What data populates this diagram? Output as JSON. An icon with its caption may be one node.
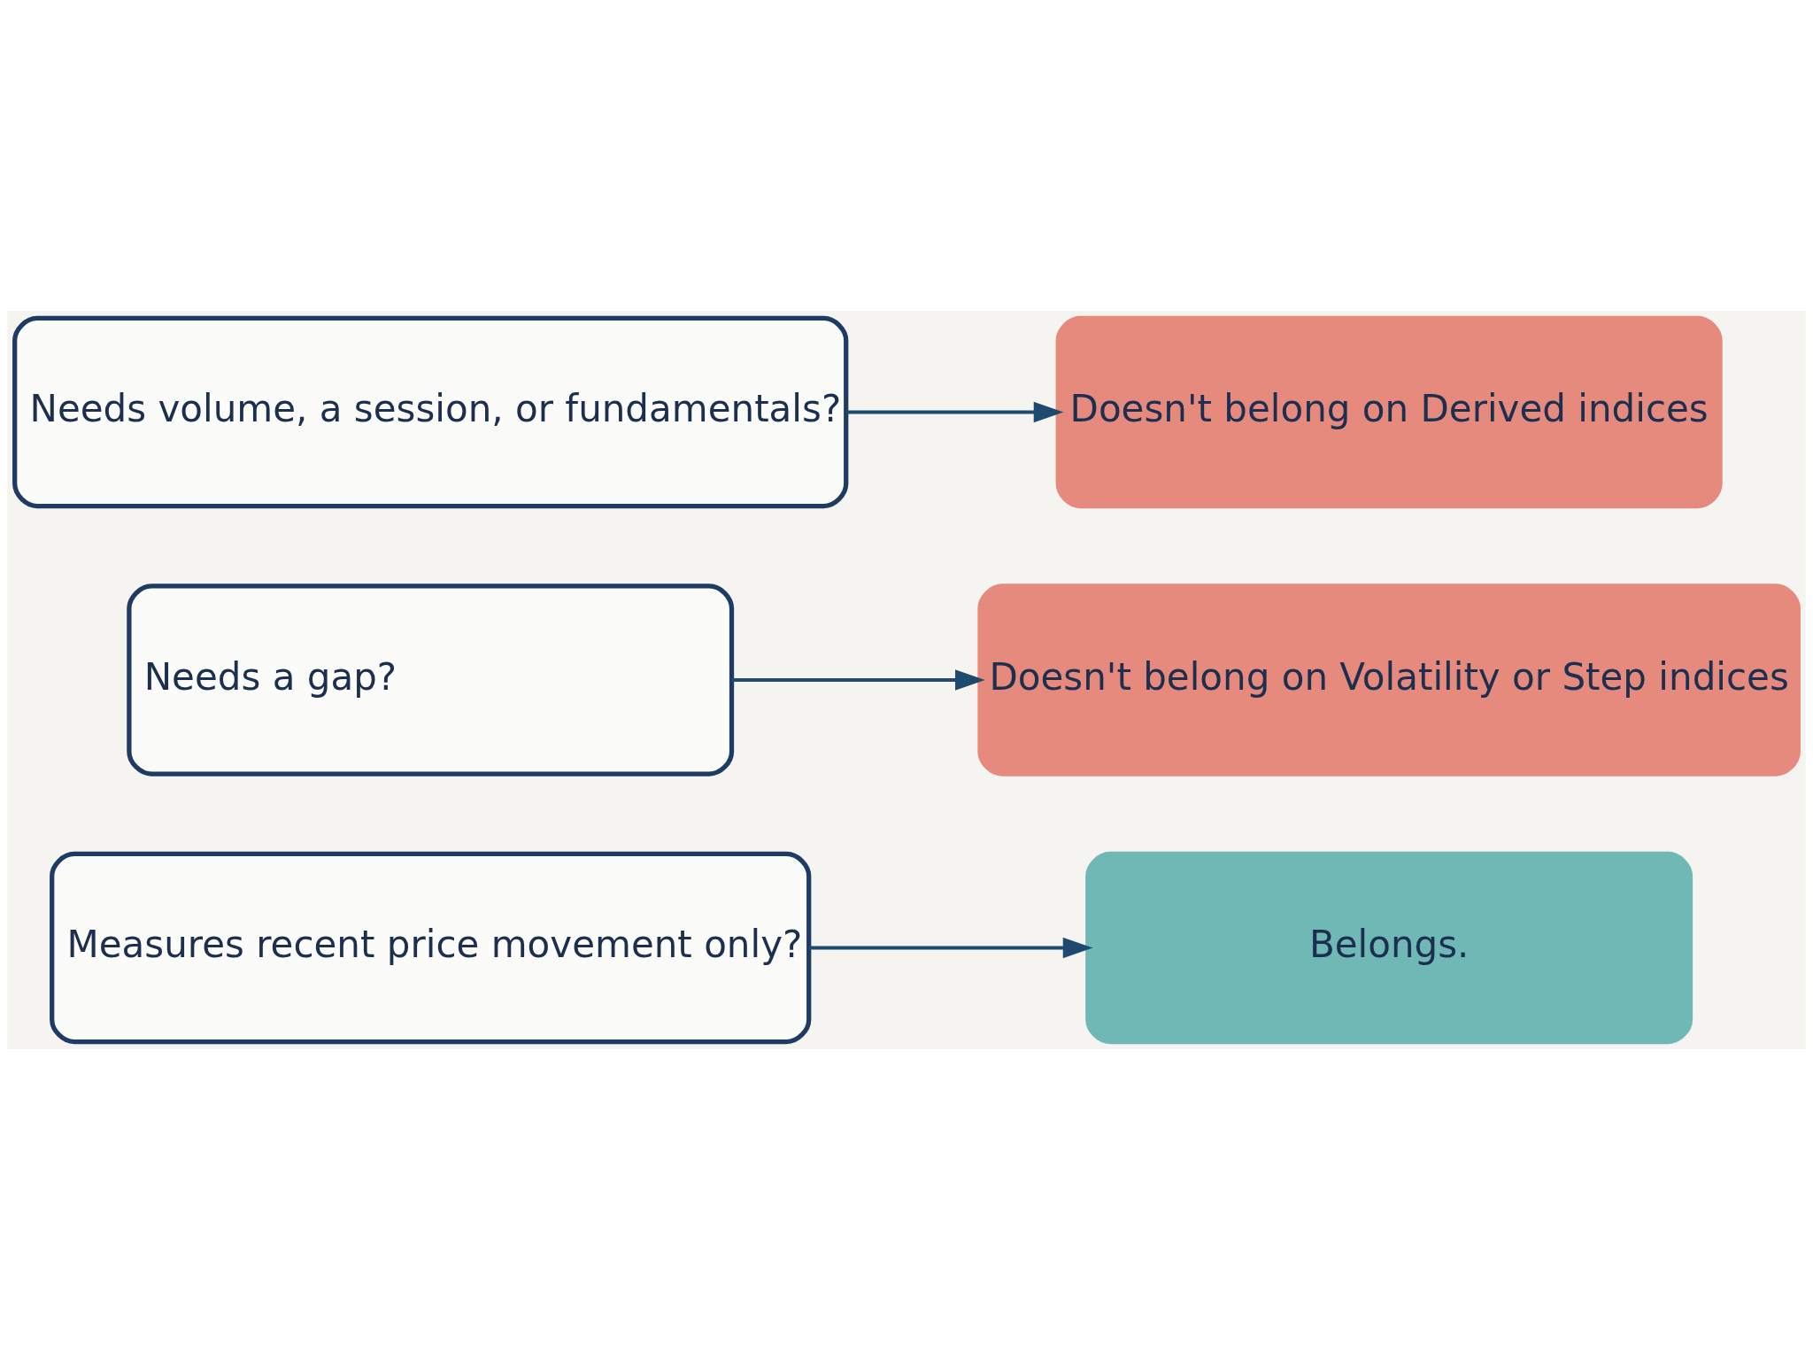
{
  "diagram": {
    "nodes": [
      {
        "text": [
          "Needs volume, a session, or fundamentals?"
        ]
      },
      {
        "text": [
          "Needs a gap?"
        ]
      },
      {
        "text": [
          "Measures recent price movement only?"
        ]
      },
      {
        "text": [
          "Doesn't belong on Derived indices"
        ]
      },
      {
        "text": [
          "Doesn't belong on Volatility or Step indices"
        ]
      },
      {
        "text": [
          "Belongs."
        ]
      }
    ],
    "edges": [
      {
        "from": 0,
        "to": 3,
        "arrow": "to"
      },
      {
        "from": 1,
        "to": 4,
        "arrow": "to"
      },
      {
        "from": 2,
        "to": 5,
        "arrow": "to"
      }
    ]
  }
}
